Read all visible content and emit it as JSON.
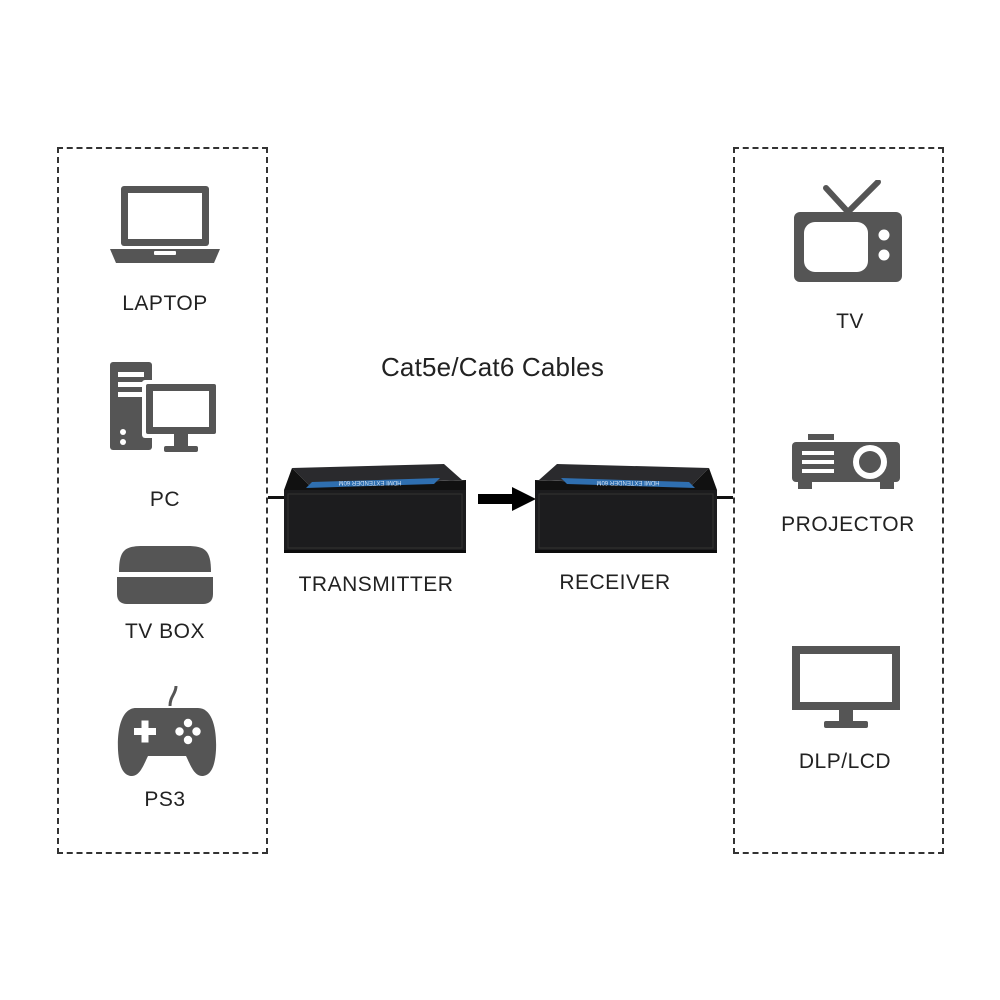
{
  "sources": [
    {
      "label": "LAPTOP",
      "icon": "laptop-icon"
    },
    {
      "label": "PC",
      "icon": "desktop-pc-icon"
    },
    {
      "label": "TV BOX",
      "icon": "tv-box-icon"
    },
    {
      "label": "PS3",
      "icon": "gamepad-icon"
    }
  ],
  "displays": [
    {
      "label": "TV",
      "icon": "retro-tv-icon"
    },
    {
      "label": "PROJECTOR",
      "icon": "projector-icon"
    },
    {
      "label": "DLP/LCD",
      "icon": "monitor-icon"
    }
  ],
  "link": {
    "caption": "Cat5e/Cat6 Cables",
    "transmitter_label": "TRANSMITTER",
    "receiver_label": "RECEIVER",
    "transmitter_device_text": "HDMI EXTENDER 60M",
    "receiver_device_text": "HDMI EXTENDER 60M"
  },
  "colors": {
    "icon_gray": "#555555",
    "device_body": "#1c1c1e",
    "device_label_blue": "#2f6fb0",
    "line": "#111111"
  }
}
